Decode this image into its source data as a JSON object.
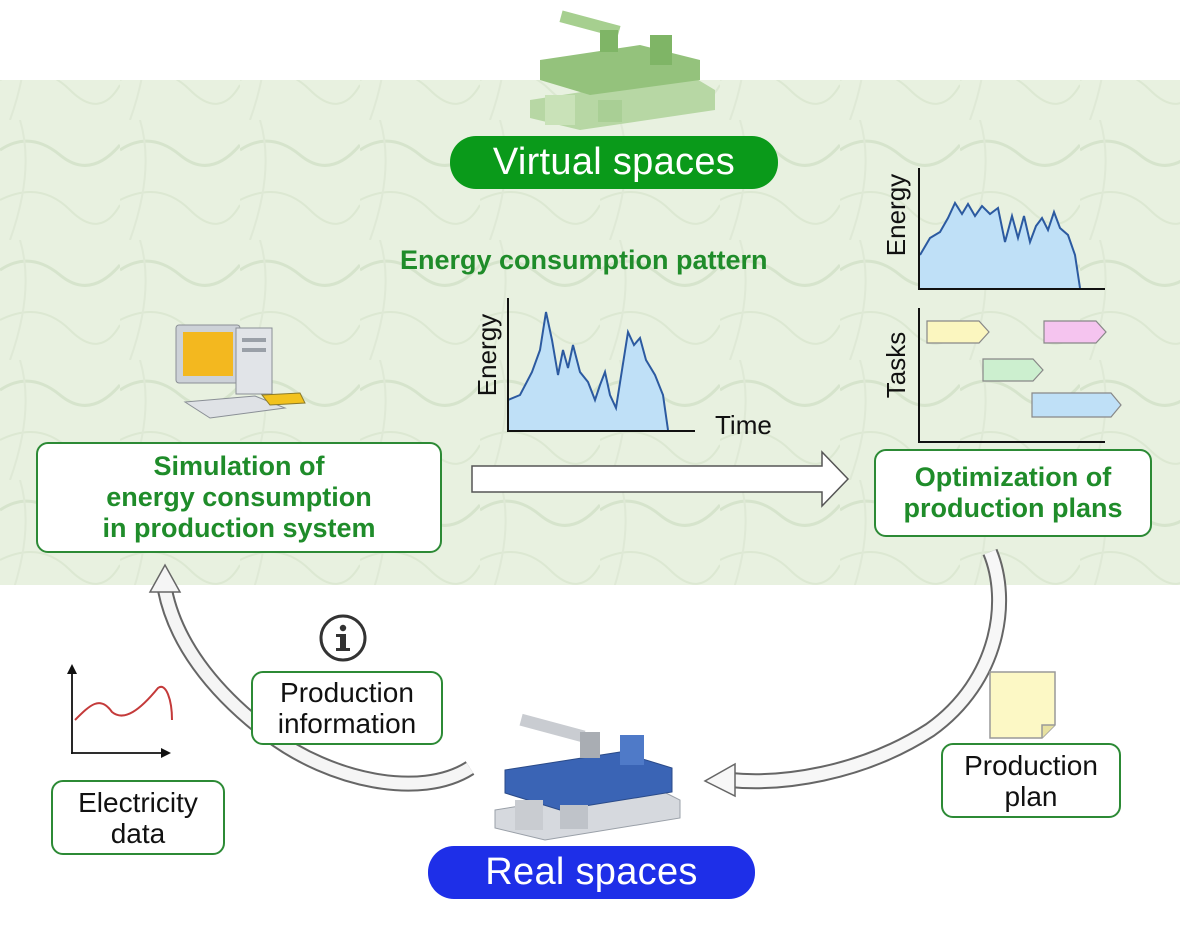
{
  "virtual_label": "Virtual spaces",
  "real_label": "Real spaces",
  "pattern_title": "Energy consumption pattern",
  "simulation_box": "Simulation of\nenergy consumption\nin production system",
  "optimization_box": "Optimization of\nproduction plans",
  "production_info_box": "Production\ninformation",
  "electricity_box": "Electricity\ndata",
  "production_plan_box": "Production\nplan",
  "pattern_chart": {
    "ylabel": "Energy",
    "xlabel": "Time"
  },
  "optimized_chart": {
    "ylabel": "Energy"
  },
  "tasks_chart": {
    "ylabel": "Tasks"
  },
  "icons": [
    "pc-icon",
    "info-icon",
    "document-icon",
    "machine-virtual-icon",
    "machine-real-icon",
    "electricity-graph-icon"
  ],
  "colors": {
    "virtual_pill": "#0a9a1a",
    "real_pill": "#1e2fe8",
    "box_border": "#2c8a35",
    "box_green_text": "#1f8c2a",
    "chart_fill": "#bfe0f7",
    "chart_line": "#2c5aa0"
  }
}
